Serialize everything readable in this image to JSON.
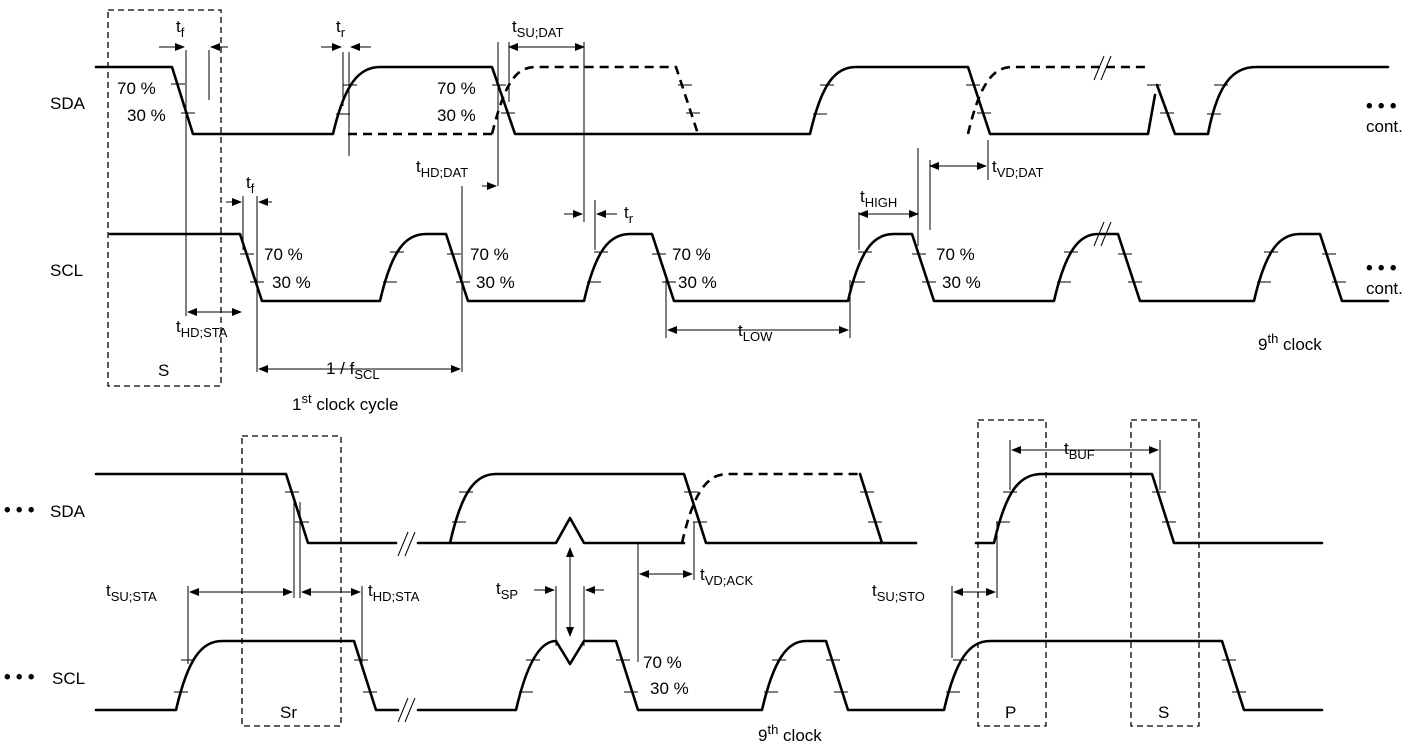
{
  "signals": {
    "sda": "SDA",
    "scl": "SCL",
    "cont_dots": "• • •",
    "cont_text": "cont."
  },
  "levels": {
    "p70": "70 %",
    "p30": "30 %"
  },
  "conditions": {
    "start": "S",
    "repeated_start": "Sr",
    "stop": "P"
  },
  "timing": {
    "tf": {
      "base": "t",
      "sub": "f"
    },
    "tr": {
      "base": "t",
      "sub": "r"
    },
    "tsu_dat": {
      "base": "t",
      "sub": "SU;DAT"
    },
    "thd_dat": {
      "base": "t",
      "sub": "HD;DAT"
    },
    "tvd_dat": {
      "base": "t",
      "sub": "VD;DAT"
    },
    "thigh": {
      "base": "t",
      "sub": "HIGH"
    },
    "tlow": {
      "base": "t",
      "sub": "LOW"
    },
    "thd_sta": {
      "base": "t",
      "sub": "HD;STA"
    },
    "tsu_sta": {
      "base": "t",
      "sub": "SU;STA"
    },
    "tsp": {
      "base": "t",
      "sub": "SP"
    },
    "tvd_ack": {
      "base": "t",
      "sub": "VD;ACK"
    },
    "tsu_sto": {
      "base": "t",
      "sub": "SU;STO"
    },
    "tbuf": {
      "base": "t",
      "sub": "BUF"
    },
    "fscl": {
      "base": "1 / f",
      "sub": "SCL"
    }
  },
  "captions": {
    "first_clock": {
      "pre": "1",
      "sup": "st",
      "post": " clock cycle"
    },
    "ninth_clock": {
      "pre": "9",
      "sup": "th",
      "post": " clock"
    }
  }
}
